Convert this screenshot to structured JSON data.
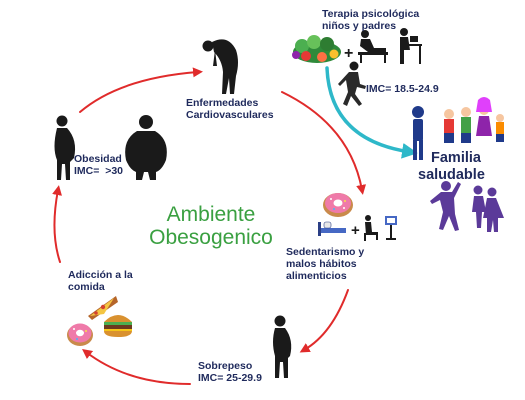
{
  "center": {
    "line1": "Ambiente",
    "line2": "Obesogenico"
  },
  "nodes": {
    "cardio": {
      "line1": "Enfermedades",
      "line2": "Cardiovasculares"
    },
    "sedentarismo": {
      "line1": "Sedentarismo y",
      "line2": "malos hábitos",
      "line3": "alimenticios"
    },
    "sobrepeso": {
      "line1": "Sobrepeso",
      "line2": "IMC= 25-29.9"
    },
    "adiccion": {
      "line1": "Adicción a la",
      "line2": "comida"
    },
    "obesidad": {
      "line1": "Obesidad",
      "line2": "IMC=  >30"
    }
  },
  "therapy": {
    "line1": "Terapia psicológica",
    "line2": "niños y padres",
    "imc": "IMC= 18.5-24.9"
  },
  "family": {
    "line1": "Familia",
    "line2": "saludable"
  },
  "colors": {
    "cycle_arrow": "#e02b2b",
    "exit_arrow": "#2eb8c9",
    "text": "#1f2a5c",
    "center_text": "#3aa041"
  },
  "icons": [
    "obese-person-icon",
    "donut-icon",
    "pizza-icon",
    "burger-icon",
    "tv-icon",
    "bed-icon",
    "vegetables-icon",
    "running-person-icon",
    "family-icon",
    "dancing-family-icon"
  ]
}
